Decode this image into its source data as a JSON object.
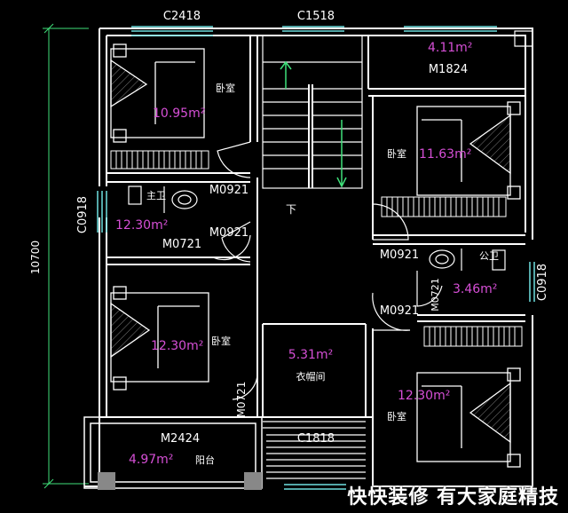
{
  "dimension": {
    "overall_height": "10700"
  },
  "windows": {
    "top_left": "C2418",
    "top_stair": "C1518",
    "left_bath": "C0918",
    "right_bath": "C0918",
    "bottom": "C1818"
  },
  "doors": {
    "m1824": "M1824",
    "m0921_a": "M0921",
    "m0921_b": "M0921",
    "m0921_c": "M0921",
    "m0921_d": "M0921",
    "m0721_a": "M0721",
    "m0721_b": "M0721",
    "m0721_c": "M0721",
    "m2424": "M2424"
  },
  "rooms": {
    "bedroom_tl": {
      "name": "卧室",
      "area": "10.95m²"
    },
    "bath_l": {
      "name": "主卫",
      "area": "12.30m²"
    },
    "bedroom_bl": {
      "name": "卧室",
      "area": "12.30m²"
    },
    "terrace_tr": {
      "area": "4.11m²"
    },
    "bedroom_tr": {
      "name": "卧室",
      "area": "11.63m²"
    },
    "bath_r": {
      "name": "公卫",
      "area": "3.46m²"
    },
    "bedroom_br": {
      "name": "卧室",
      "area": "12.30m²"
    },
    "closet": {
      "name": "衣帽间",
      "area": "5.31m²"
    },
    "balcony": {
      "name": "阳台",
      "area": "4.97m²"
    }
  },
  "stair_label": "下",
  "watermark": "快快装修 有大家庭精技",
  "colors": {
    "wall": "#ffffff",
    "area": "#d64fd6",
    "window": "#6fe0e0",
    "dim": "#3fe07a"
  }
}
